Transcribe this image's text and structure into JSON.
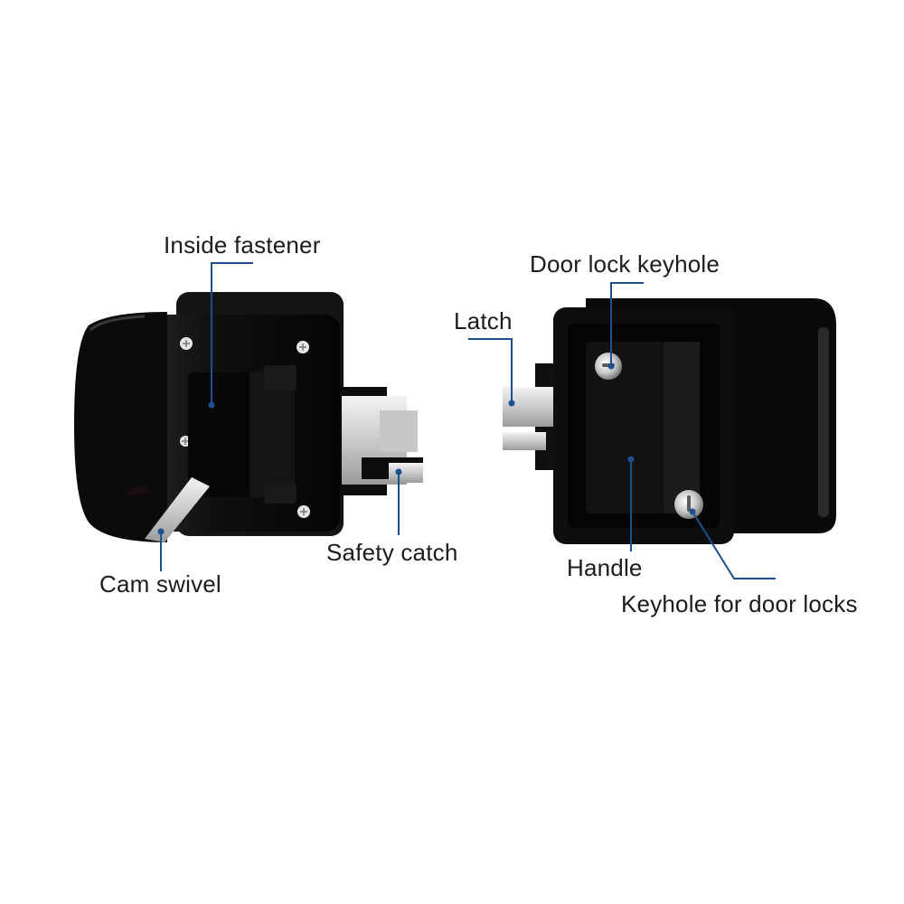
{
  "labels": {
    "inside_fastener": "Inside fastener",
    "cam_swivel": "Cam swivel",
    "safety_catch": "Safety catch",
    "latch": "Latch",
    "door_lock_keyhole": "Door lock keyhole",
    "handle": "Handle",
    "keyhole_for_door_locks": "Keyhole for door locks"
  },
  "colors": {
    "leader_line": "#1f4f8f",
    "lock_body": "#0f0f10",
    "metal": "#d9dadc",
    "background": "#ffffff"
  }
}
